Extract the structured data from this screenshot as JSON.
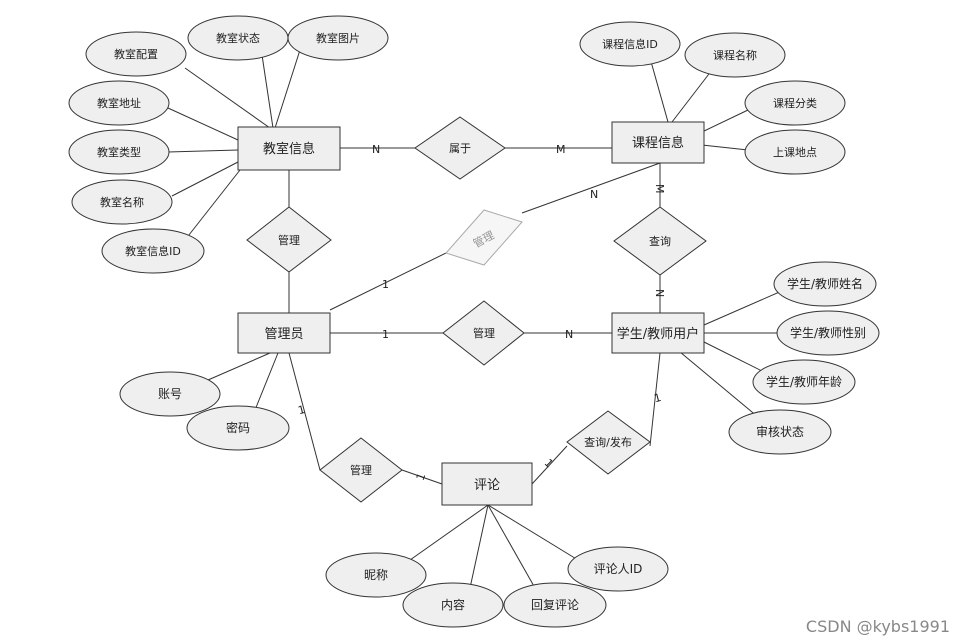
{
  "entities": {
    "classroom": "教室信息",
    "course": "课程信息",
    "admin": "管理员",
    "user": "学生/教师用户",
    "comment": "评论"
  },
  "attributes": {
    "classroom_config": "教室配置",
    "classroom_status": "教室状态",
    "classroom_image": "教室图片",
    "classroom_address": "教室地址",
    "classroom_type": "教室类型",
    "classroom_name": "教室名称",
    "classroom_id": "教室信息ID",
    "course_id": "课程信息ID",
    "course_name": "课程名称",
    "course_category": "课程分类",
    "course_location": "上课地点",
    "user_name": "学生/教师姓名",
    "user_gender": "学生/教师性别",
    "user_age": "学生/教师年龄",
    "review_status": "审核状态",
    "admin_account": "账号",
    "admin_password": "密码",
    "comment_nickname": "昵称",
    "comment_content": "内容",
    "comment_reply": "回复评论",
    "commenter_id": "评论人ID"
  },
  "relationships": {
    "belongs": "属于",
    "manage_classroom": "管理",
    "manage_course": "管理",
    "manage_user": "管理",
    "manage_comment": "管理",
    "query": "查询",
    "query_publish": "查询/发布"
  },
  "cardinalities": {
    "c1": "N",
    "c2": "M",
    "c3": "N",
    "c4": "M",
    "c5": "N",
    "c6": "1",
    "c7": "1",
    "c8": "N",
    "c9": "1",
    "c10": "1",
    "c11": "1",
    "c12": "1"
  },
  "watermark": "CSDN @kybs1991"
}
